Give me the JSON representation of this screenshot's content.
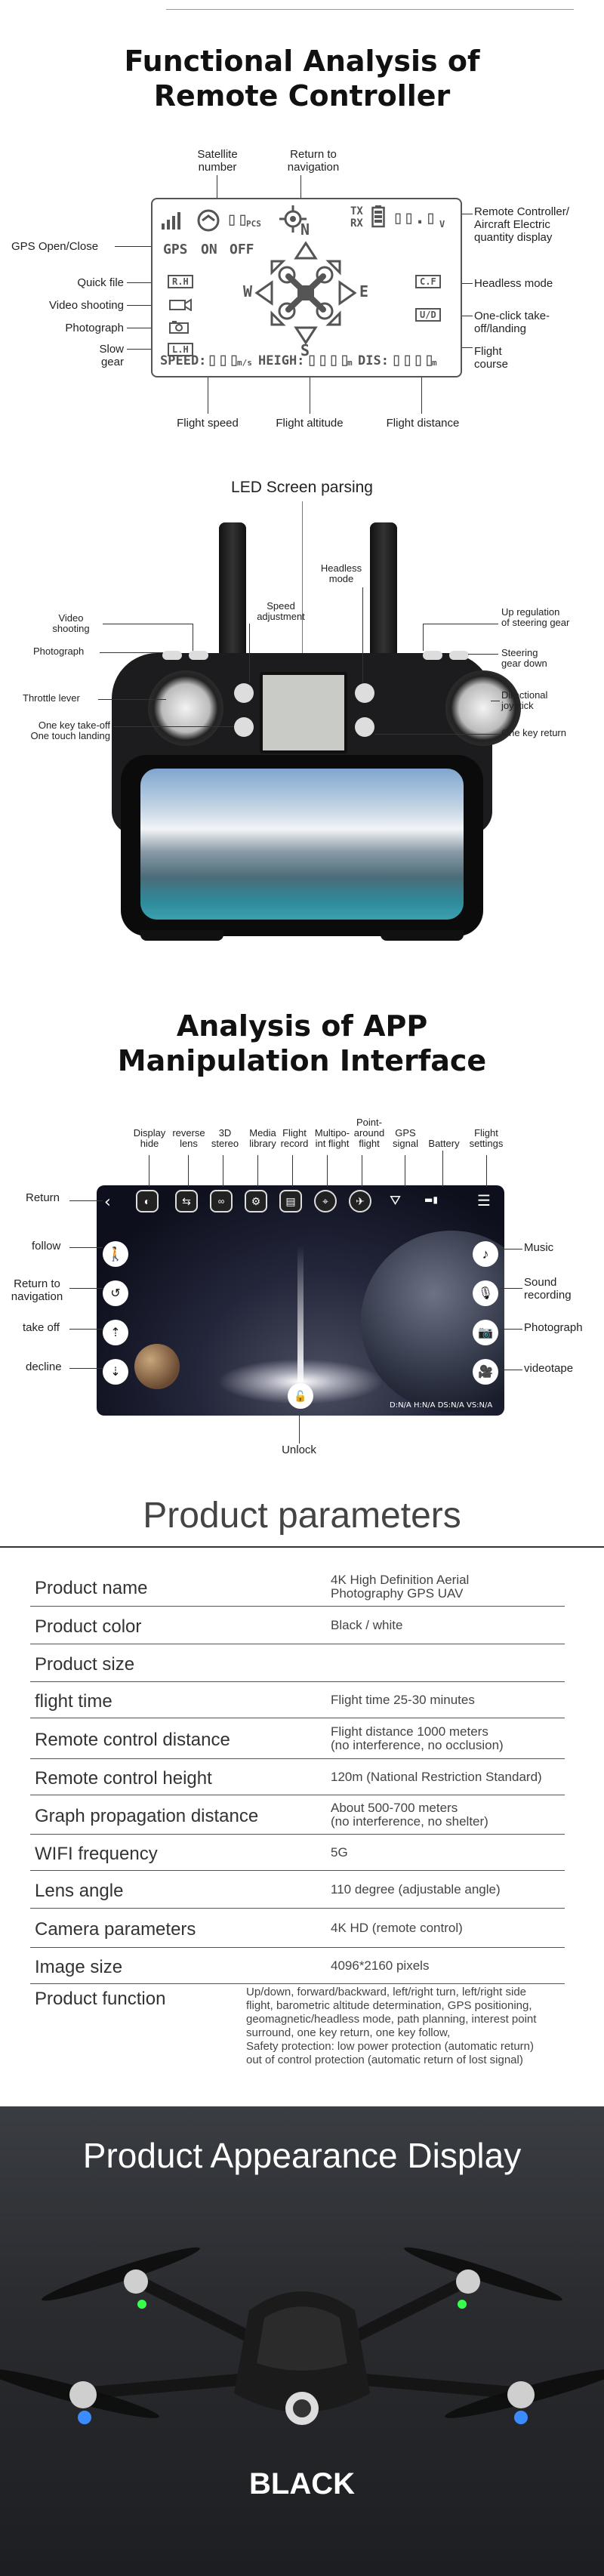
{
  "section1": {
    "title_line1": "Functional Analysis of",
    "title_line2": "Remote Controller",
    "labels": {
      "satellite_number": "Satellite\nnumber",
      "return_to_navigation": "Return to\nnavigation",
      "remote_quantity": "Remote Controller/\nAircraft Electric\nquantity display",
      "gps_open_close": "GPS Open/Close",
      "headless_mode": "Headless mode",
      "quick_file": "Quick file",
      "video_shooting": "Video shooting",
      "one_click": "One-click take-\noff/landing",
      "photograph": "Photograph",
      "slow_gear": "Slow\ngear",
      "flight_course": "Flight\ncourse",
      "flight_speed": "Flight speed",
      "flight_altitude": "Flight altitude",
      "flight_distance": "Flight distance",
      "led_screen": "LED Screen parsing"
    },
    "lcd": {
      "gps": "GPS",
      "on": "ON",
      "off": "OFF",
      "pcs": "PCS",
      "tx": "TX",
      "rx": "RX",
      "v": "V",
      "rh": "R.H",
      "lh": "L.H",
      "cf": "C.F",
      "ud": "U/D",
      "n": "N",
      "s": "S",
      "e": "E",
      "w": "W",
      "speed": "SPEED:",
      "speed_unit": "m/s",
      "height": "HEIGH:",
      "height_unit": "m",
      "dis": "DIS:",
      "dis_unit": "m"
    },
    "remote_labels": {
      "video_shooting": "Video\nshooting",
      "photograph": "Photograph",
      "speed_adjustment": "Speed\nadjustment",
      "headless_mode": "Headless\nmode",
      "up_regulation": "Up regulation\nof steering gear",
      "steering_gear_down": "Steering\ngear down",
      "throttle_lever": "Throttle lever",
      "directional_joystick": "Directional\njoystick",
      "one_key_takeoff": "One key take-off\nOne touch landing",
      "one_key_return": "One key return"
    }
  },
  "section2": {
    "title_line1": "Analysis of APP",
    "title_line2": "Manipulation Interface",
    "top_labels": {
      "display_hide": "Display\nhide",
      "reverse_lens": "reverse\nlens",
      "stereo_3d": "3D\nstereo",
      "media_library": "Media\nlibrary",
      "flight_record": "Flight\nrecord",
      "multipoint_flight": "Multipo-\nint flight",
      "point_around": "Point-\naround\nflight",
      "gps_signal": "GPS\nsignal",
      "battery": "Battery",
      "flight_settings": "Flight\nsettings"
    },
    "left_labels": {
      "return": "Return",
      "follow": "follow",
      "return_to_navigation": "Return to\nnavigation",
      "take_off": "take off",
      "decline": "decline"
    },
    "right_labels": {
      "music": "Music",
      "sound_recording": "Sound\nrecording",
      "photograph": "Photograph",
      "videotape": "videotape"
    },
    "unlock": "Unlock",
    "status_text": "D:N/A H:N/A DS:N/A VS:N/A"
  },
  "params": {
    "title": "Product parameters",
    "rows": [
      {
        "name": "Product name",
        "value": "4K High Definition Aerial\nPhotography GPS UAV"
      },
      {
        "name": "Product color",
        "value": "Black / white"
      },
      {
        "name": "Product size",
        "value": ""
      },
      {
        "name": "flight time",
        "value": "Flight time 25-30 minutes"
      },
      {
        "name": "Remote control distance",
        "value": "Flight distance 1000 meters\n(no interference, no occlusion)"
      },
      {
        "name": "Remote control height",
        "value": "120m (National Restriction Standard)"
      },
      {
        "name": "Graph propagation distance",
        "value": "About 500-700 meters\n(no interference, no shelter)"
      },
      {
        "name": "WIFI frequency",
        "value": "5G"
      },
      {
        "name": "Lens angle",
        "value": "110 degree (adjustable angle)"
      },
      {
        "name": "Camera parameters",
        "value": "4K HD (remote control)"
      },
      {
        "name": "Image size",
        "value": "4096*2160 pixels"
      },
      {
        "name": "Product function",
        "value": "Up/down, forward/backward, left/right turn, left/right side\nflight, barometric altitude determination, GPS positioning,\ngeomagnetic/headless mode, path planning, interest point\nsurround, one key return, one key follow,\nSafety protection: low power protection (automatic return)\nout of control protection (automatic return of lost signal)"
      }
    ]
  },
  "appearance": {
    "title": "Product Appearance Display",
    "color_label": "BLACK"
  }
}
